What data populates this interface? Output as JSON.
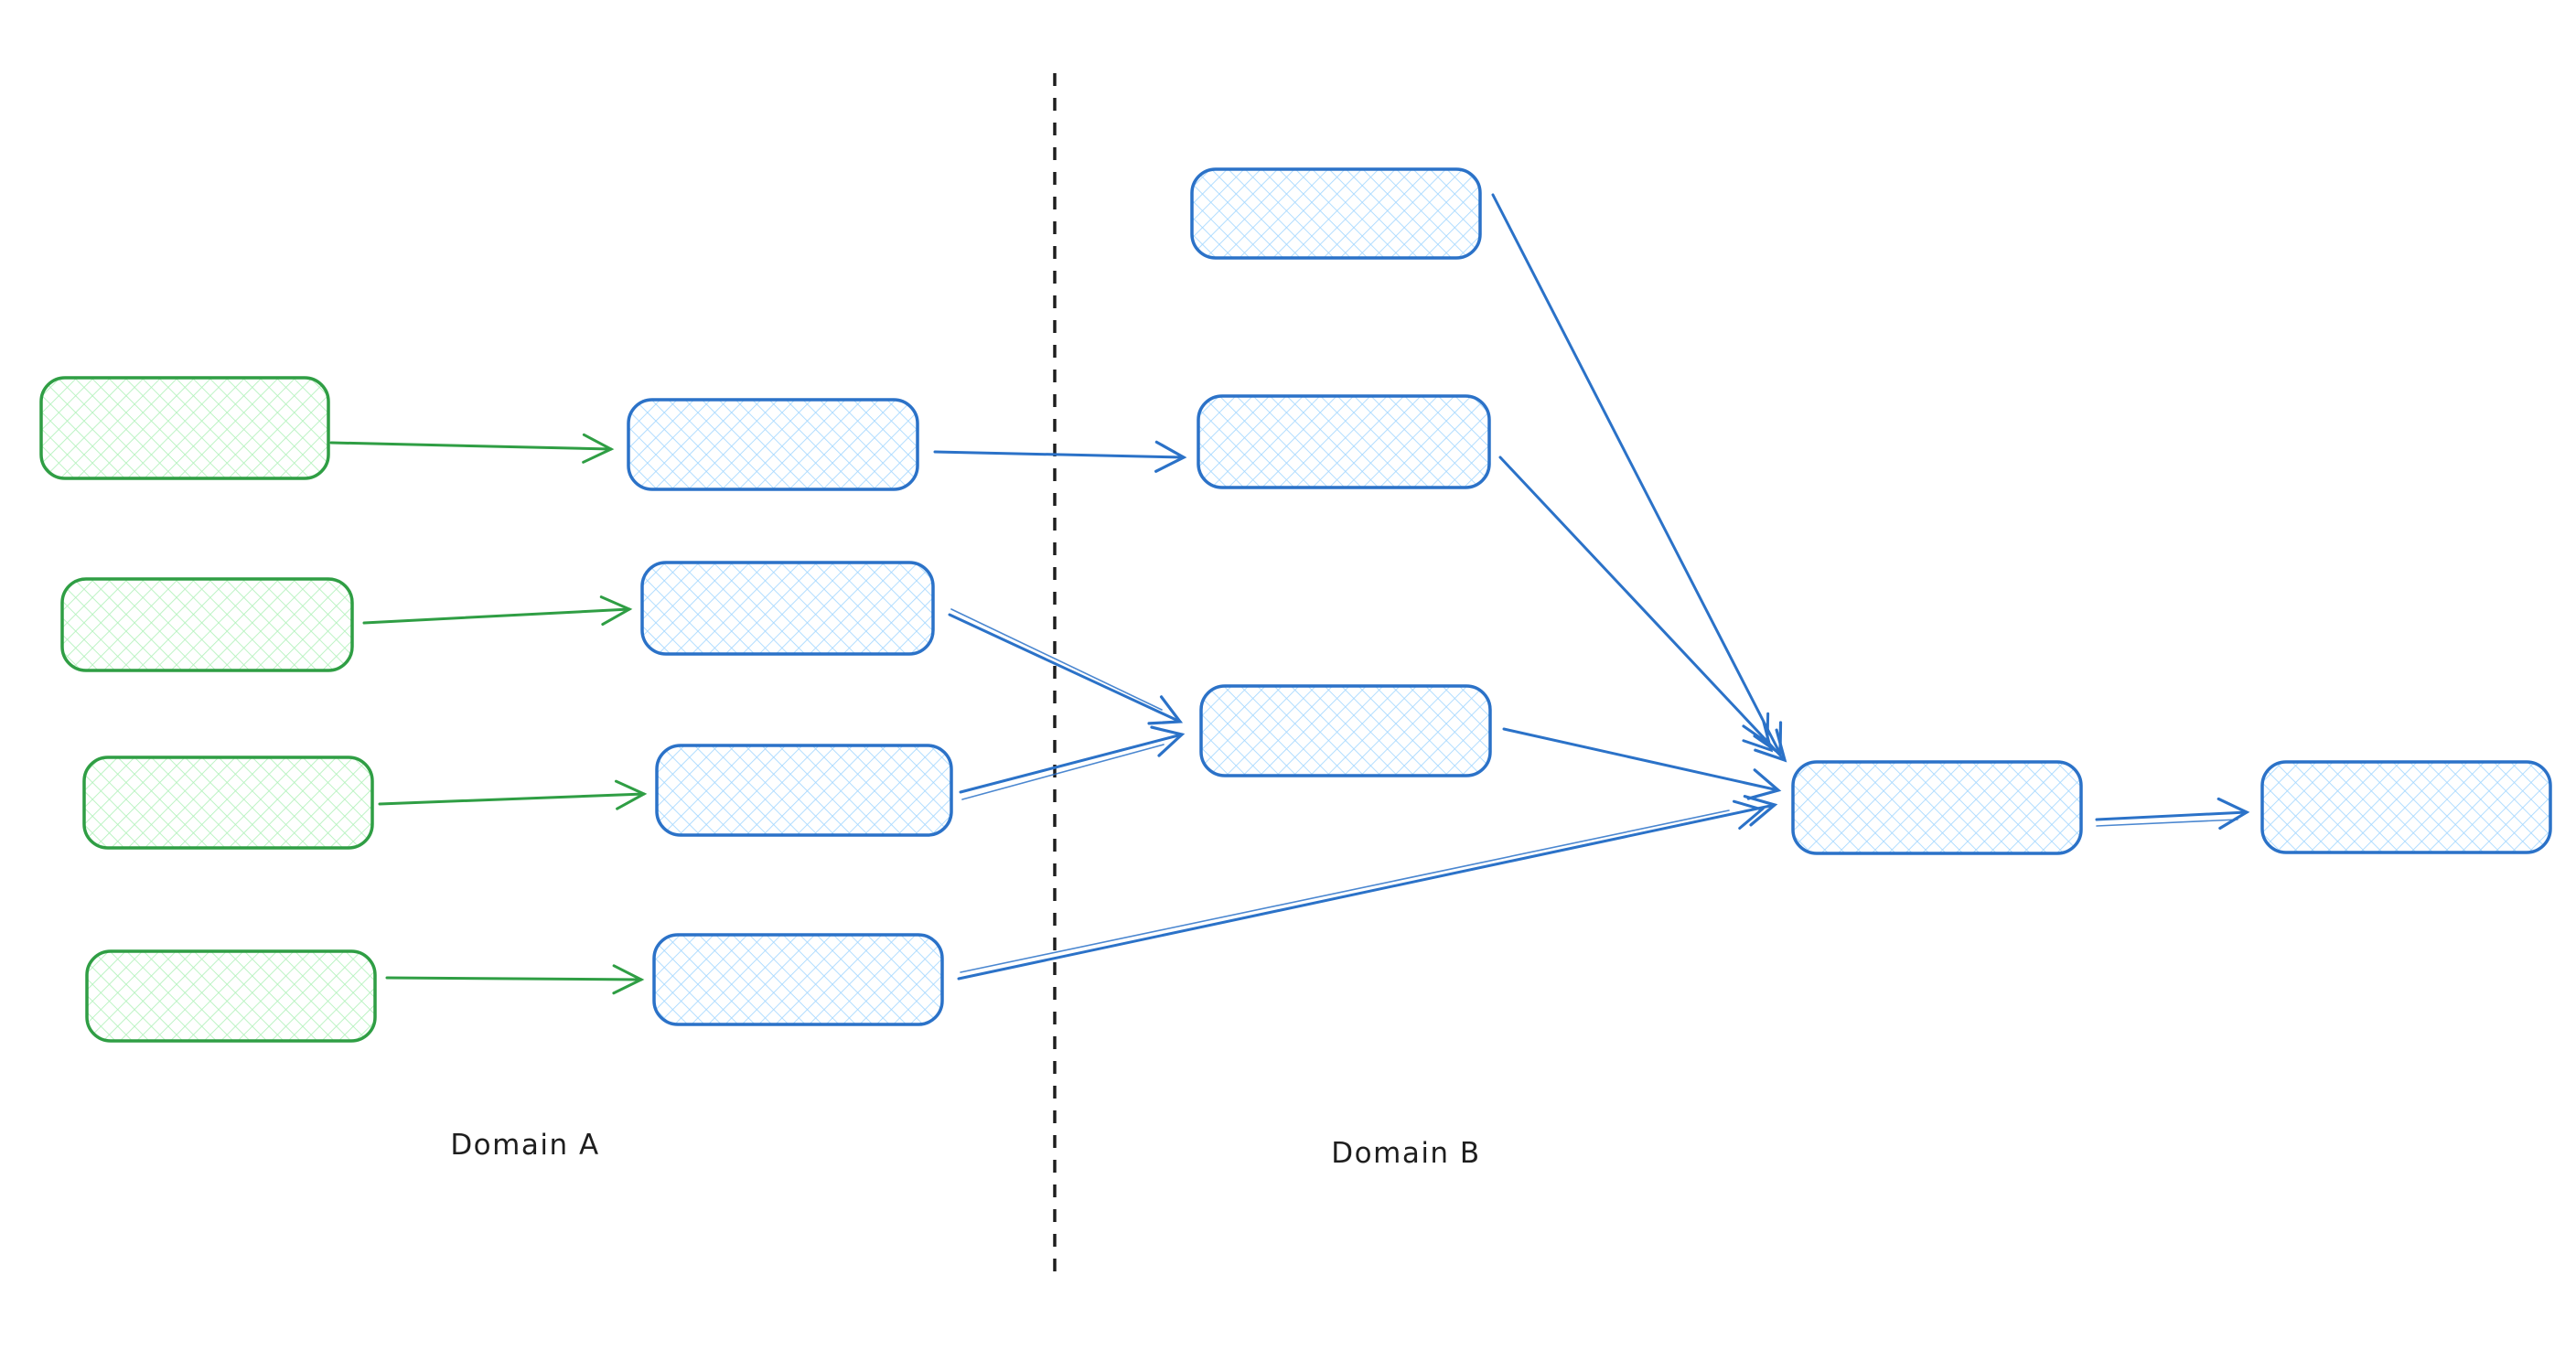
{
  "diagram": {
    "labels": {
      "domain_a": "Domain A",
      "domain_b": "Domain B"
    },
    "colors": {
      "background": "#ffffff",
      "source_stroke": "#2f9e44",
      "source_fill": "#b2f2bb",
      "process_stroke": "#2b72c8",
      "process_fill": "#a5d8ff",
      "divider": "#1e1e1e",
      "label_text": "#1e1e1e"
    },
    "nodes": [
      {
        "id": "source-a1",
        "domain": "A",
        "kind": "source",
        "color": "green",
        "text": ""
      },
      {
        "id": "source-a2",
        "domain": "A",
        "kind": "source",
        "color": "green",
        "text": ""
      },
      {
        "id": "source-a3",
        "domain": "A",
        "kind": "source",
        "color": "green",
        "text": ""
      },
      {
        "id": "source-a4",
        "domain": "A",
        "kind": "source",
        "color": "green",
        "text": ""
      },
      {
        "id": "process-a1",
        "domain": "A",
        "kind": "process",
        "color": "blue",
        "text": ""
      },
      {
        "id": "process-a2",
        "domain": "A",
        "kind": "process",
        "color": "blue",
        "text": ""
      },
      {
        "id": "process-a3",
        "domain": "A",
        "kind": "process",
        "color": "blue",
        "text": ""
      },
      {
        "id": "process-a4",
        "domain": "A",
        "kind": "process",
        "color": "blue",
        "text": ""
      },
      {
        "id": "process-b1",
        "domain": "B",
        "kind": "process",
        "color": "blue",
        "text": ""
      },
      {
        "id": "process-b2",
        "domain": "B",
        "kind": "process",
        "color": "blue",
        "text": ""
      },
      {
        "id": "process-b3",
        "domain": "B",
        "kind": "process",
        "color": "blue",
        "text": ""
      },
      {
        "id": "merge-b",
        "domain": "B",
        "kind": "merge",
        "color": "blue",
        "text": ""
      },
      {
        "id": "output-b",
        "domain": "B",
        "kind": "output",
        "color": "blue",
        "text": ""
      }
    ],
    "edges": [
      {
        "from": "source-a1",
        "to": "process-a1",
        "color": "green"
      },
      {
        "from": "source-a2",
        "to": "process-a2",
        "color": "green"
      },
      {
        "from": "source-a3",
        "to": "process-a3",
        "color": "green"
      },
      {
        "from": "source-a4",
        "to": "process-a4",
        "color": "green"
      },
      {
        "from": "process-a1",
        "to": "process-b2",
        "color": "blue"
      },
      {
        "from": "process-a2",
        "to": "process-b3",
        "color": "blue"
      },
      {
        "from": "process-a3",
        "to": "process-b3",
        "color": "blue"
      },
      {
        "from": "process-a4",
        "to": "merge-b",
        "color": "blue"
      },
      {
        "from": "process-b1",
        "to": "merge-b",
        "color": "blue"
      },
      {
        "from": "process-b2",
        "to": "merge-b",
        "color": "blue"
      },
      {
        "from": "process-b3",
        "to": "merge-b",
        "color": "blue"
      },
      {
        "from": "merge-b",
        "to": "output-b",
        "color": "blue"
      }
    ]
  }
}
